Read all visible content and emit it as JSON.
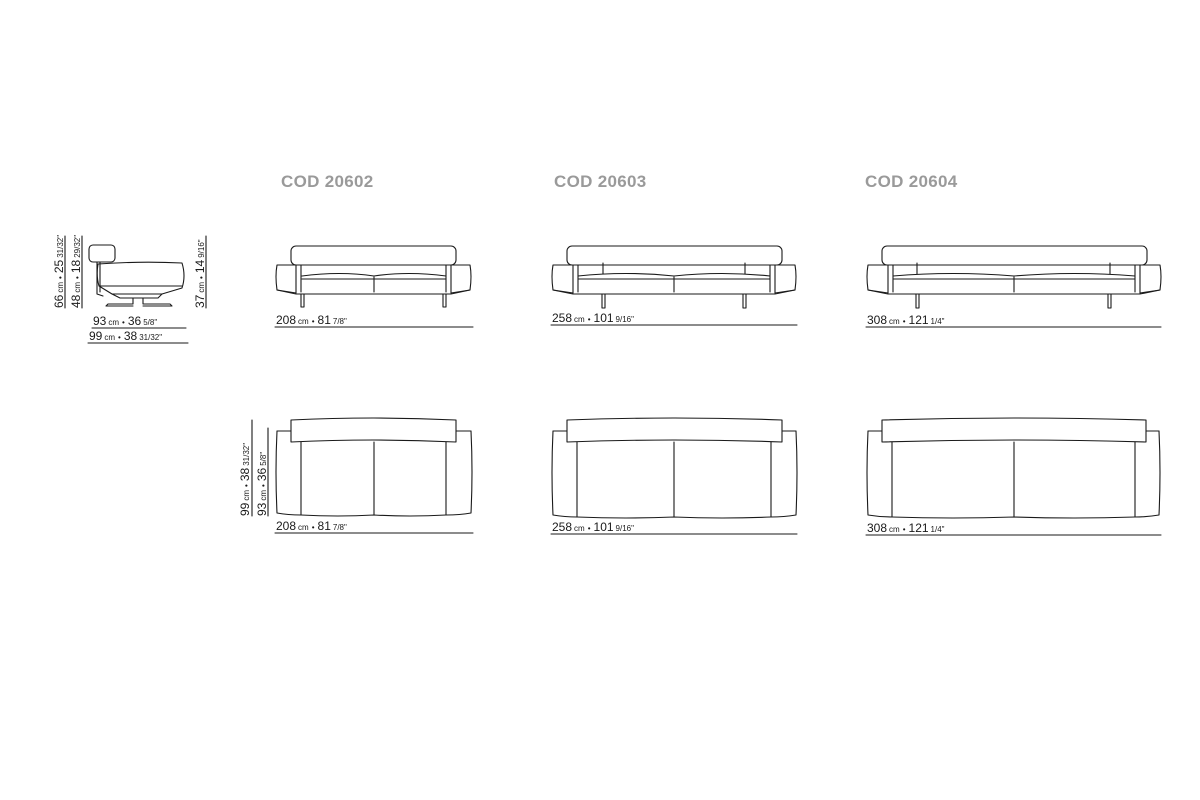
{
  "models": [
    {
      "code": "COD 20602",
      "front_width": {
        "cm": "208",
        "unit_cm": "cm",
        "in": "81",
        "frac": "7/8\""
      },
      "plan_width": {
        "cm": "208",
        "unit_cm": "cm",
        "in": "81",
        "frac": "7/8\""
      }
    },
    {
      "code": "COD 20603",
      "front_width": {
        "cm": "258",
        "unit_cm": "cm",
        "in": "101",
        "frac": "9/16\""
      },
      "plan_width": {
        "cm": "258",
        "unit_cm": "cm",
        "in": "101",
        "frac": "9/16\""
      }
    },
    {
      "code": "COD 20604",
      "front_width": {
        "cm": "308",
        "unit_cm": "cm",
        "in": "121",
        "frac": "1/4\""
      },
      "plan_width": {
        "cm": "308",
        "unit_cm": "cm",
        "in": "121",
        "frac": "1/4\""
      }
    }
  ],
  "side_view": {
    "height_total": {
      "cm": "66",
      "unit_cm": "cm",
      "in": "25",
      "frac": "31/32\""
    },
    "height_arm": {
      "cm": "48",
      "unit_cm": "cm",
      "in": "18",
      "frac": "29/32\""
    },
    "height_seat": {
      "cm": "37",
      "unit_cm": "cm",
      "in": "14",
      "frac": "9/16\""
    },
    "depth_seat": {
      "cm": "93",
      "unit_cm": "cm",
      "in": "36",
      "frac": "5/8\""
    },
    "depth_total": {
      "cm": "99",
      "unit_cm": "cm",
      "in": "38",
      "frac": "31/32\""
    }
  },
  "plan_view": {
    "depth_total": {
      "cm": "99",
      "unit_cm": "cm",
      "in": "38",
      "frac": "31/32\""
    },
    "depth_seat": {
      "cm": "93",
      "unit_cm": "cm",
      "in": "36",
      "frac": "5/8\""
    }
  },
  "colors": {
    "line": "#1a1a1a",
    "title": "#9a9a9a",
    "background": "#ffffff"
  }
}
